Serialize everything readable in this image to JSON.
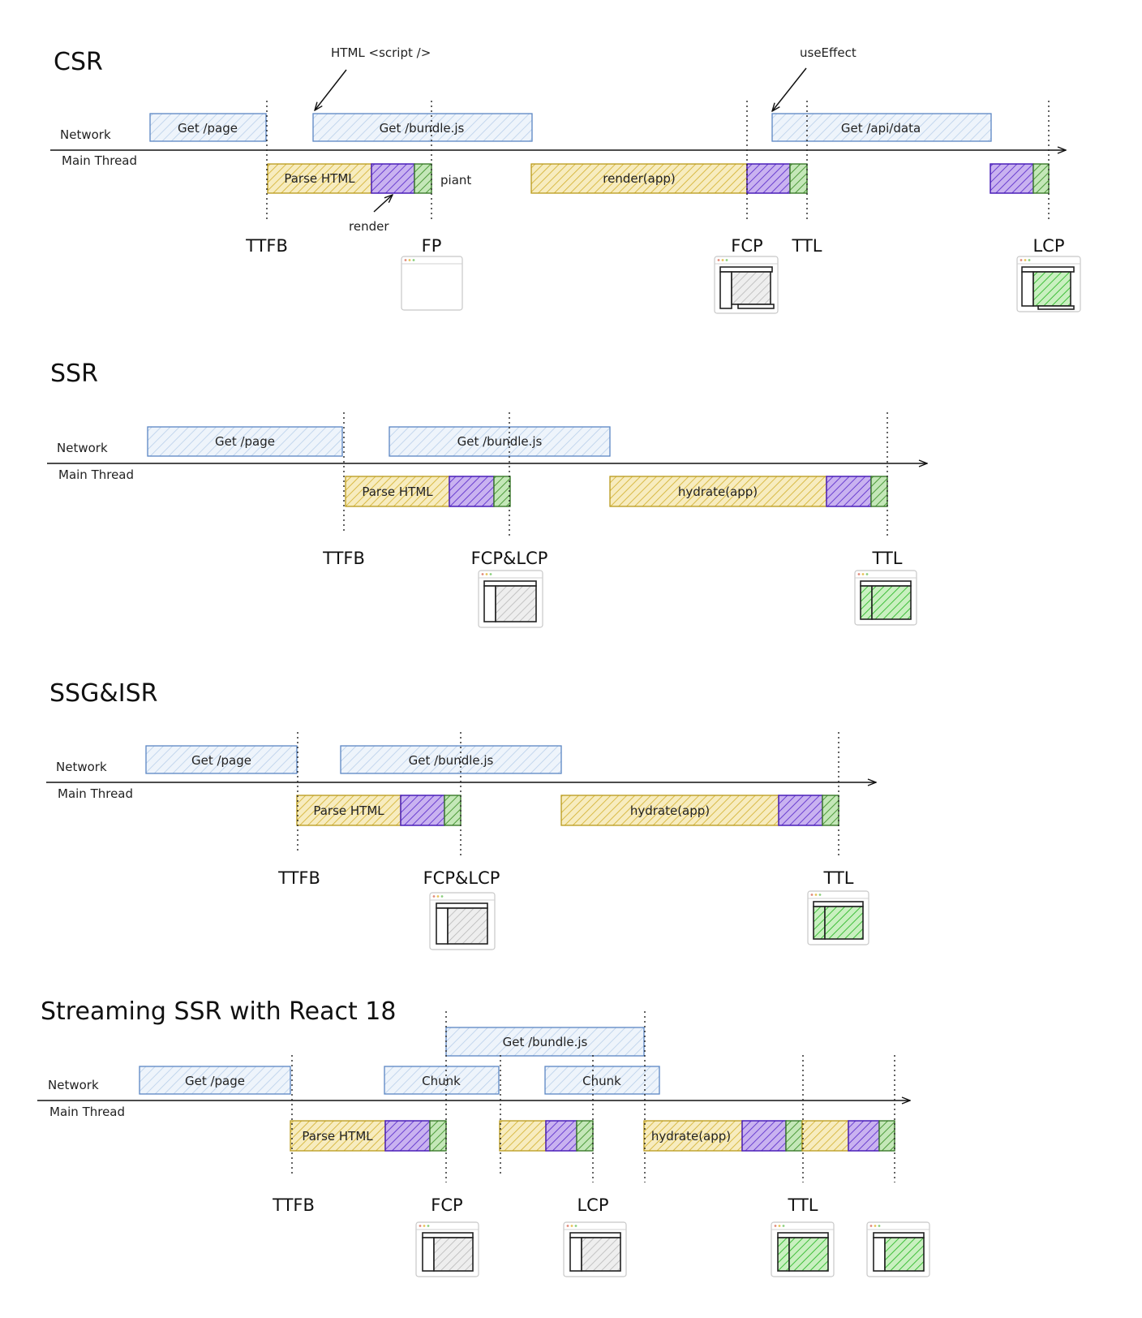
{
  "colors": {
    "network_fill": "#e7f0fa",
    "network_stroke": "#5b86c4",
    "parse_fill": "#f3e2a0",
    "parse_stroke": "#b99a1b",
    "render_fill": "#b79ae8",
    "render_stroke": "#4a1fb8",
    "paint_fill": "#9fd28e",
    "paint_stroke": "#3a7a2a",
    "frame_stroke": "#222222",
    "frame_green": "#7ad06a"
  },
  "sections": [
    {
      "title": "CSR",
      "network_label": "Network",
      "main_label": "Main Thread",
      "network_bars": [
        {
          "label": "Get /page"
        },
        {
          "label": "Get /bundle.js"
        },
        {
          "label": "Get /api/data"
        }
      ],
      "main_bars": [
        {
          "label": "Parse HTML"
        },
        {
          "label": ""
        },
        {
          "label": ""
        },
        {
          "label": "render(app)"
        },
        {
          "label": ""
        },
        {
          "label": ""
        },
        {
          "label": ""
        },
        {
          "label": ""
        }
      ],
      "milestones": [
        {
          "label": "TTFB"
        },
        {
          "label": "FP"
        },
        {
          "label": "FCP"
        },
        {
          "label": "TTL"
        },
        {
          "label": "LCP"
        }
      ],
      "annotations": [
        {
          "text": "HTML <script />"
        },
        {
          "text": "useEffect"
        },
        {
          "text": "piant"
        },
        {
          "text": "render"
        }
      ]
    },
    {
      "title": "SSR",
      "network_label": "Network",
      "main_label": "Main Thread",
      "network_bars": [
        {
          "label": "Get /page"
        },
        {
          "label": "Get /bundle.js"
        }
      ],
      "main_bars": [
        {
          "label": "Parse HTML"
        },
        {
          "label": ""
        },
        {
          "label": ""
        },
        {
          "label": "hydrate(app)"
        },
        {
          "label": ""
        },
        {
          "label": ""
        }
      ],
      "milestones": [
        {
          "label": "TTFB"
        },
        {
          "label": "FCP&LCP"
        },
        {
          "label": "TTL"
        }
      ],
      "annotations": []
    },
    {
      "title": "SSG&ISR",
      "network_label": "Network",
      "main_label": "Main Thread",
      "network_bars": [
        {
          "label": "Get /page"
        },
        {
          "label": "Get /bundle.js"
        }
      ],
      "main_bars": [
        {
          "label": "Parse HTML"
        },
        {
          "label": ""
        },
        {
          "label": ""
        },
        {
          "label": "hydrate(app)"
        },
        {
          "label": ""
        },
        {
          "label": ""
        }
      ],
      "milestones": [
        {
          "label": "TTFB"
        },
        {
          "label": "FCP&LCP"
        },
        {
          "label": "TTL"
        }
      ],
      "annotations": []
    },
    {
      "title": "Streaming SSR with React 18",
      "network_label": "Network",
      "main_label": "Main Thread",
      "network_bars": [
        {
          "label": "Get /bundle.js"
        },
        {
          "label": "Get /page"
        },
        {
          "label": "Chunk"
        },
        {
          "label": "Chunk"
        }
      ],
      "main_bars": [
        {
          "label": "Parse HTML"
        },
        {
          "label": ""
        },
        {
          "label": ""
        },
        {
          "label": ""
        },
        {
          "label": ""
        },
        {
          "label": ""
        },
        {
          "label": "hydrate(app)"
        },
        {
          "label": ""
        },
        {
          "label": ""
        },
        {
          "label": ""
        },
        {
          "label": ""
        },
        {
          "label": ""
        }
      ],
      "milestones": [
        {
          "label": "TTFB"
        },
        {
          "label": "FCP"
        },
        {
          "label": "LCP"
        },
        {
          "label": "TTL"
        }
      ],
      "annotations": []
    }
  ]
}
